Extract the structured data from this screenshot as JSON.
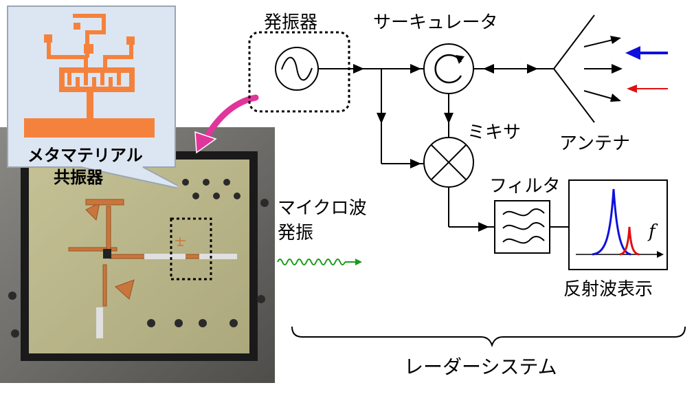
{
  "labels": {
    "oscillator": "発振器",
    "circulator": "サーキュレータ",
    "mixer": "ミキサ",
    "antenna": "アンテナ",
    "filter": "フィルタ",
    "microwave_line1": "マイクロ波",
    "microwave_line2": "発振",
    "reflection_display": "反射波表示",
    "radar_system": "レーダーシステム",
    "metamaterial_line1": "メタマテリアル",
    "metamaterial_line2": "共振器",
    "freq_symbol": "f"
  },
  "colors": {
    "resonator_orange": "#f5823c",
    "callout_fill": "#dce6f2",
    "arrow_magenta": "#e0359b",
    "wave_green": "#1a9a1a",
    "peak_blue": "#1010dd",
    "peak_red": "#e01010",
    "signal_black": "#000000"
  }
}
